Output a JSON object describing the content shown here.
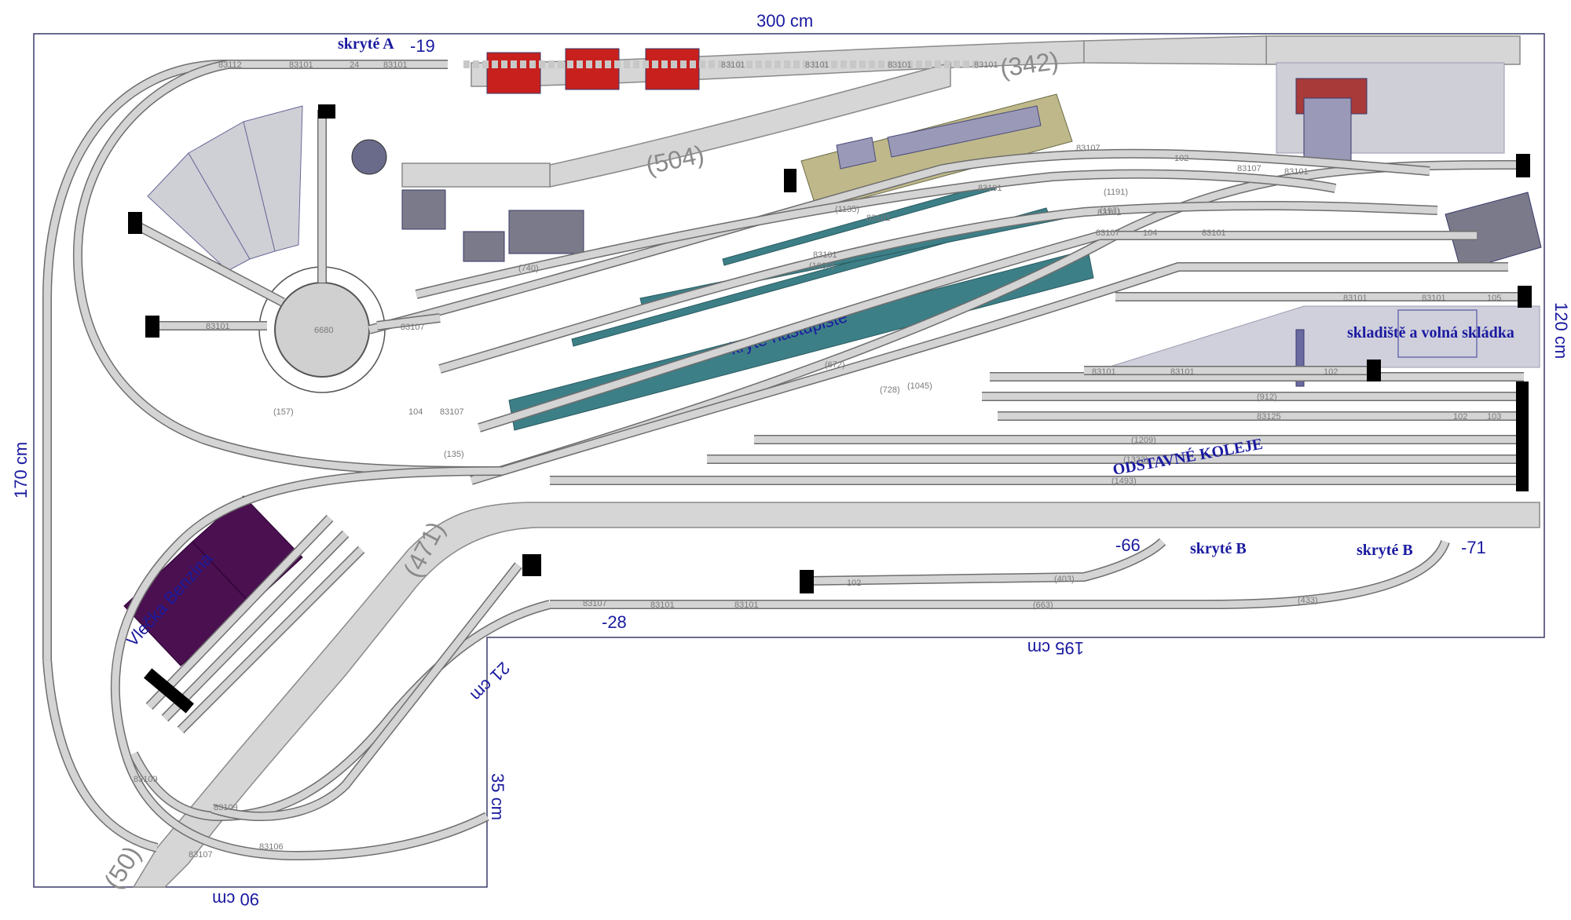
{
  "dimensions": {
    "top": "300 cm",
    "left": "170 cm",
    "right": "120 cm",
    "bottom_middle": "195 cm",
    "bottom_left": "90 cm",
    "step_diag": "21 cm",
    "step_vert": "35 cm"
  },
  "labels": {
    "hidden_a": "skryté A",
    "hidden_b1": "skryté B",
    "hidden_b2": "skryté B",
    "covered_platform": "kryté nástupiště",
    "warehouse": "skladiště a volná skládka",
    "siding": "Vlečka Benzina",
    "storage_tracks": "ODSTAVNÉ KOLEJE"
  },
  "elevations": {
    "a": "-19",
    "b1": "-66",
    "b2": "-71",
    "c": "-28"
  },
  "road_labels": {
    "r342": "(342)",
    "r504": "(504)",
    "r471": "(471)",
    "r50": "(50)"
  },
  "track_numbers": {
    "t1": "83112",
    "t2": "83101",
    "t3": "83101",
    "t4": "24",
    "t5": "83101",
    "t6": "83101",
    "t7": "83101",
    "t8": "83101",
    "t9": "83101",
    "t10": "83107",
    "t11": "102",
    "t12": "83107",
    "t13": "83101",
    "t14": "83101",
    "t15": "(197)",
    "t16": "83107",
    "t17": "104",
    "t18": "83101",
    "t19": "83101",
    "t20": "105",
    "t21": "83101",
    "t22": "83101",
    "t23": "83101",
    "t24": "102",
    "t25": "(912)",
    "t26": "83125",
    "t27": "102",
    "t28": "103",
    "t29": "(1209)",
    "t30": "(1333)",
    "t31": "(1493)",
    "t32": "83101",
    "t33": "83107",
    "t34": "6680",
    "t35": "(157)",
    "t36": "104",
    "t37": "83107",
    "t38": "(135)",
    "t39": "102",
    "t40": "(403)",
    "t41": "83101",
    "t42": "83101",
    "t43": "(663)",
    "t44": "(433)",
    "t45": "83107",
    "t46": "83109",
    "t47": "83107",
    "t48": "83109",
    "t49": "83106",
    "t50": "83101",
    "t51": "(740)",
    "t52": "(1000)",
    "t53": "(1135)",
    "t54": "(1191)",
    "t55": "83101",
    "t56": "(672)",
    "t57": "(1045)",
    "t58": "(728)"
  }
}
